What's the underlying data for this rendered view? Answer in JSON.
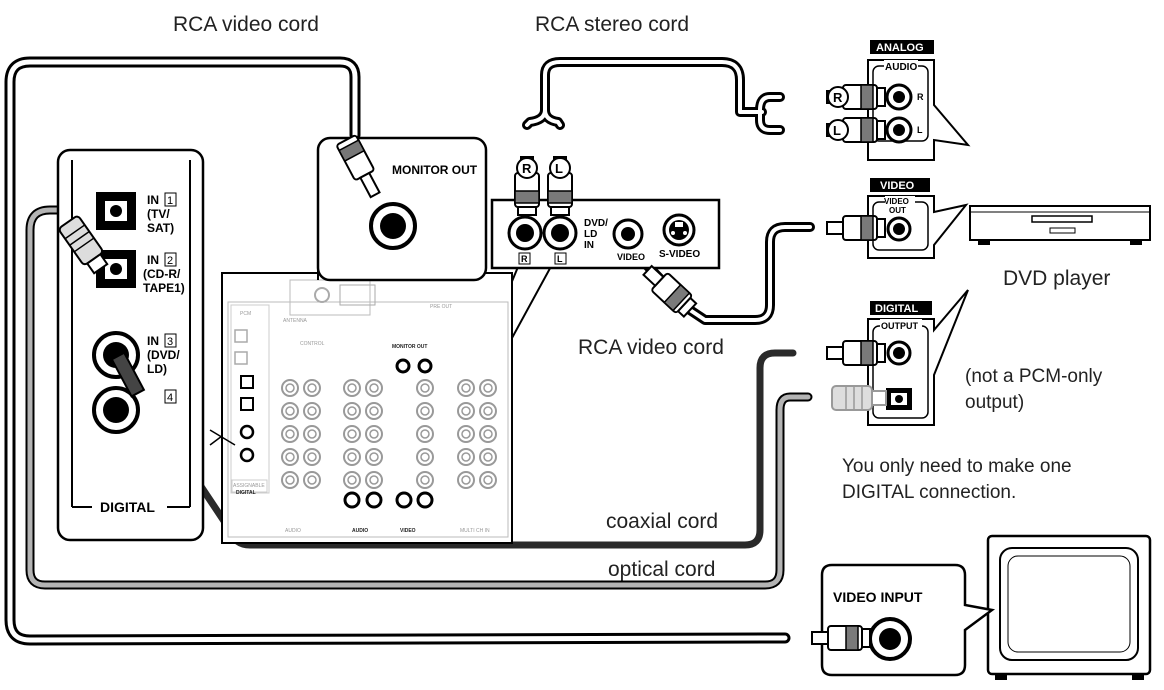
{
  "labels": {
    "rca_video_cord_top": "RCA video cord",
    "rca_stereo_cord": "RCA stereo cord",
    "rca_video_cord_mid": "RCA video cord",
    "dvd_player": "DVD player",
    "not_pcm_line1": "(not a PCM-only",
    "not_pcm_line2": "output)",
    "one_digital_line1": "You only need to make one",
    "one_digital_line2": "DIGITAL connection.",
    "coaxial_cord": "coaxial cord",
    "optical_cord": "optical cord"
  },
  "monitor_out": {
    "label": "MONITOR OUT"
  },
  "digital_panel": {
    "title": "DIGITAL",
    "inputs": [
      {
        "num": "1",
        "line1": "IN",
        "line2": "(TV/",
        "line3": "SAT)"
      },
      {
        "num": "2",
        "line1": "IN",
        "line2": "(CD-R/",
        "line3": "TAPE1)"
      },
      {
        "num": "3",
        "line1": "IN",
        "line2": "(DVD/",
        "line3": "LD)"
      },
      {
        "num": "4",
        "line1": "",
        "line2": "",
        "line3": ""
      }
    ]
  },
  "dvd_ld_in": {
    "label_line1": "DVD/",
    "label_line2": "LD",
    "label_line3": "IN",
    "r_plug": "R",
    "l_plug": "L",
    "r_jack": "R",
    "l_jack": "L",
    "video_jack": "VIDEO",
    "svideo_jack": "S-VIDEO"
  },
  "analog_box": {
    "tag": "ANALOG",
    "group": "AUDIO",
    "r": "R",
    "l": "L",
    "r_plug": "R",
    "l_plug": "L"
  },
  "video_box": {
    "tag": "VIDEO",
    "group_line1": "VIDEO",
    "group_line2": "OUT"
  },
  "digital_box": {
    "tag": "DIGITAL",
    "group": "OUTPUT"
  },
  "tv": {
    "label": "VIDEO INPUT"
  },
  "receiver_panel": {
    "pre_out": "PRE OUT",
    "antenna": "ANTENNA",
    "control": "CONTROL",
    "assignable": "ASSIGNABLE",
    "digital": "DIGITAL",
    "audio": "AUDIO",
    "video": "VIDEO",
    "multi_ch_in": "MULTI CH IN",
    "monitor_out_small": "MONITOR OUT"
  },
  "colors": {
    "cord_dark": "#2a2a2a",
    "cord_light": "#b4b4b4",
    "tag_bg": "#000000"
  }
}
